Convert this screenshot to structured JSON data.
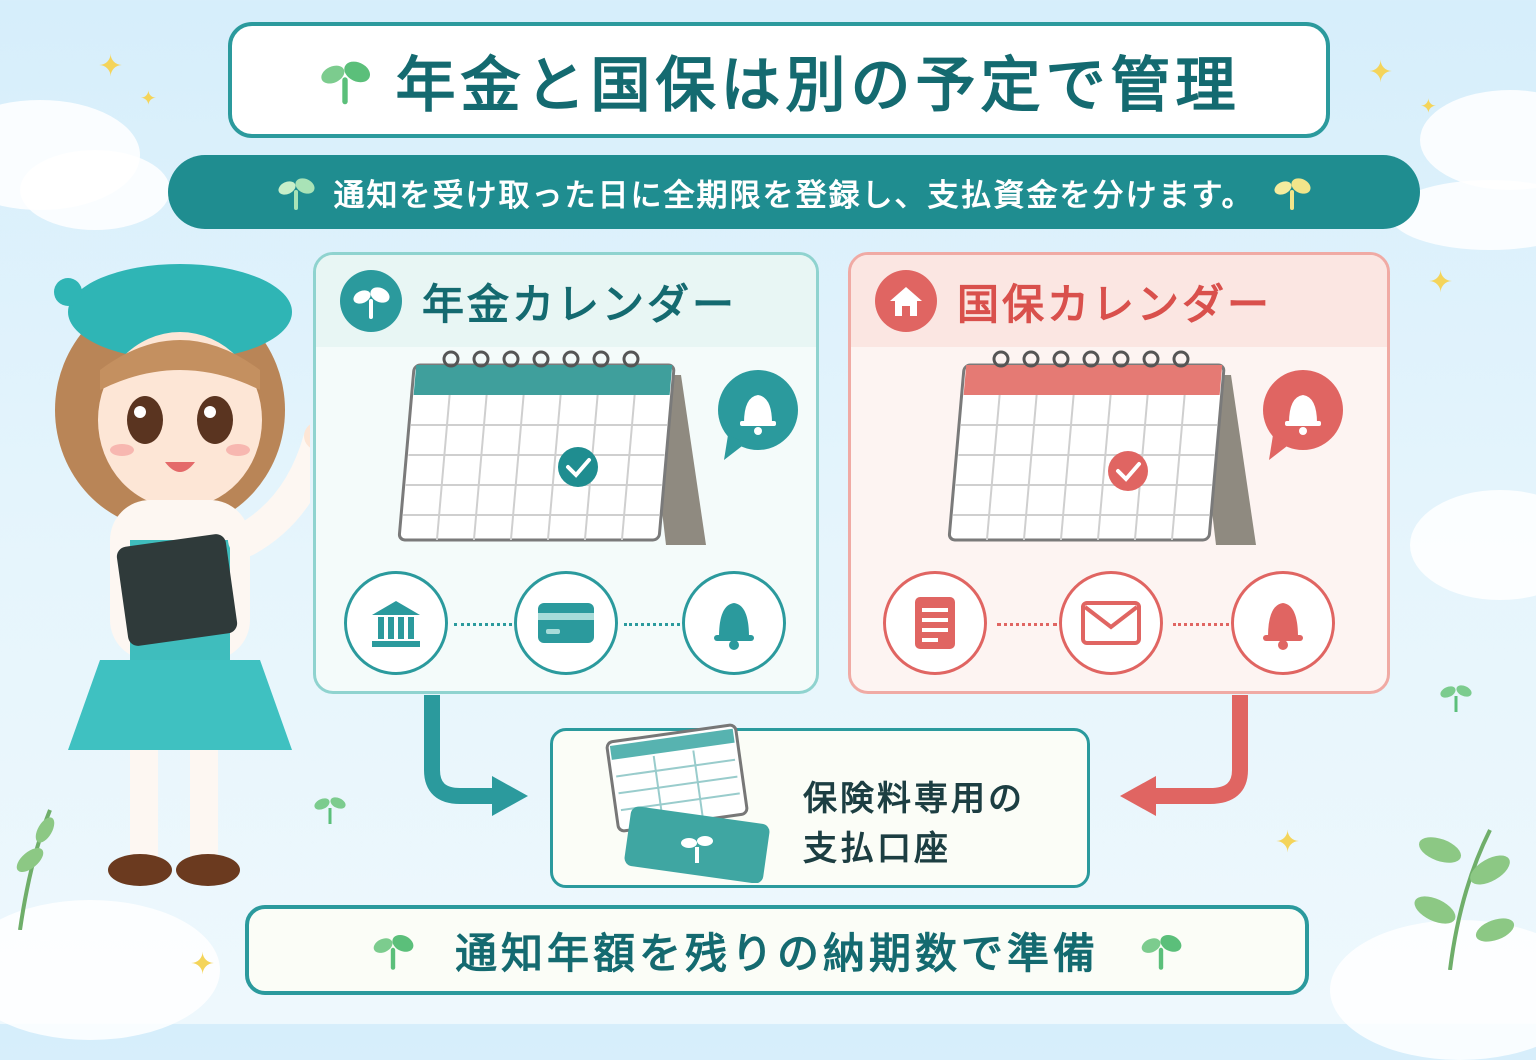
{
  "title": "年金と国保は別の予定で管理",
  "subtitle": "通知を受け取った日に全期限を登録し、支払資金を分けます。",
  "pension_panel": {
    "title": "年金カレンダー",
    "color": "#2b9a9d",
    "icons": [
      "bank-icon",
      "card-icon",
      "bell-icon"
    ]
  },
  "insurance_panel": {
    "title": "国保カレンダー",
    "color": "#e06562",
    "icons": [
      "document-icon",
      "mail-icon",
      "bell-icon"
    ]
  },
  "account": {
    "line1": "保険料専用の",
    "line2": "支払口座"
  },
  "bottom_text": "通知年額を残りの納期数で準備"
}
